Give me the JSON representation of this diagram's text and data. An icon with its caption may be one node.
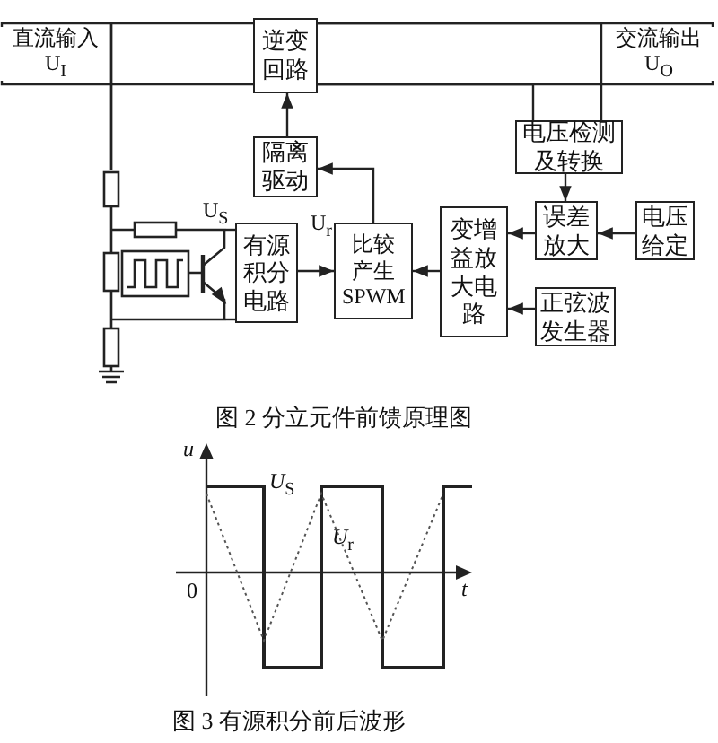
{
  "diagram": {
    "nodes": [
      {
        "text": [
          "逆变回路"
        ]
      },
      {
        "text": [
          "隔离驱动"
        ]
      },
      {
        "text": [
          "电压检测及转换"
        ]
      },
      {
        "text": [
          "误差放大"
        ]
      },
      {
        "text": [
          "电压给定"
        ]
      },
      {
        "text": [
          "变增益放大电路"
        ]
      },
      {
        "text": [
          "正弦波发生器"
        ]
      },
      {
        "text": [
          "比较产生SPWM"
        ]
      },
      {
        "text": [
          "有源积分电路"
        ]
      },
      {
        "text": [],
        "shape": "picture"
      },
      {
        "text": [
          "直流输入",
          "U$_{I}$"
        ]
      },
      {
        "text": [
          "交流输出",
          "U$_{O}$"
        ]
      }
    ],
    "edges": [
      {
        "from": 1,
        "to": 0,
        "arrow": "to"
      },
      {
        "from": 7,
        "to": 1,
        "arrow": "to"
      },
      {
        "from": 2,
        "to": 3,
        "arrow": "to"
      },
      {
        "from": 4,
        "to": 3,
        "arrow": "to"
      },
      {
        "from": 3,
        "to": 5,
        "arrow": "to"
      },
      {
        "from": 6,
        "to": 5,
        "arrow": "to"
      },
      {
        "from": 5,
        "to": 7,
        "arrow": "to"
      },
      {
        "from": 8,
        "to": 7,
        "arrow": "to"
      },
      {
        "from": 10,
        "to": 9,
        "arrow": "none"
      },
      {
        "from": 10,
        "to": 0,
        "arrow": "none"
      },
      {
        "from": 0,
        "to": 2,
        "arrow": "none"
      },
      {
        "from": 0,
        "to": 2,
        "arrow": "none"
      },
      {
        "from": 0,
        "to": 11,
        "arrow": "none"
      },
      {
        "from": 0,
        "to": 11,
        "arrow": "none"
      },
      {
        "from": 9,
        "to": 0,
        "arrow": "none"
      },
      {
        "from": 9,
        "to": 8,
        "arrow": "none"
      },
      {
        "from": 9,
        "to": 8,
        "arrow": "none"
      }
    ],
    "labels": [
      "U$_{S}$",
      "U$_{r}$",
      "图 2 分立元件前馈原理图",
      "*u*",
      "*U*$_{S}$",
      "*U*$_{r}$",
      "0",
      "*t*",
      "图 3 有源积分前后波形"
    ]
  }
}
